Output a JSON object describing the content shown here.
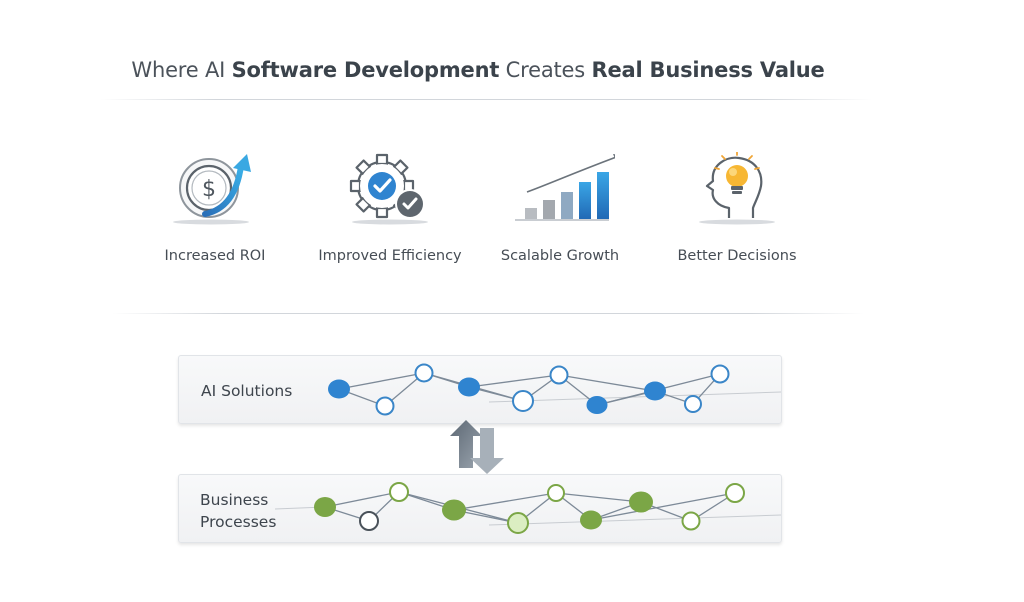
{
  "header": {
    "title_parts": [
      {
        "text": "Where AI ",
        "bold": false
      },
      {
        "text": "Software Development",
        "bold": true
      },
      {
        "text": " Creates ",
        "bold": false
      },
      {
        "text": "Real Business Value",
        "bold": true
      }
    ]
  },
  "benefits": [
    {
      "label": "Increased ROI",
      "icon": "dollar-coin-growth-icon"
    },
    {
      "label": "Improved Efficiency",
      "icon": "gear-checkmark-icon"
    },
    {
      "label": "Scalable Growth",
      "icon": "bar-chart-growth-icon"
    },
    {
      "label": "Better Decisions",
      "icon": "head-lightbulb-icon"
    }
  ],
  "panels": {
    "ai_solutions": {
      "label": "AI Solutions",
      "color": "#2f7fc8"
    },
    "business_processes": {
      "label_line1": "Business",
      "label_line2": "Processes",
      "color": "#7ea04a"
    }
  },
  "colors": {
    "accent_blue": "#2f84d0",
    "accent_green": "#7ba646",
    "icon_gray": "#5b636b",
    "arrow_gray": "#6a7480"
  }
}
